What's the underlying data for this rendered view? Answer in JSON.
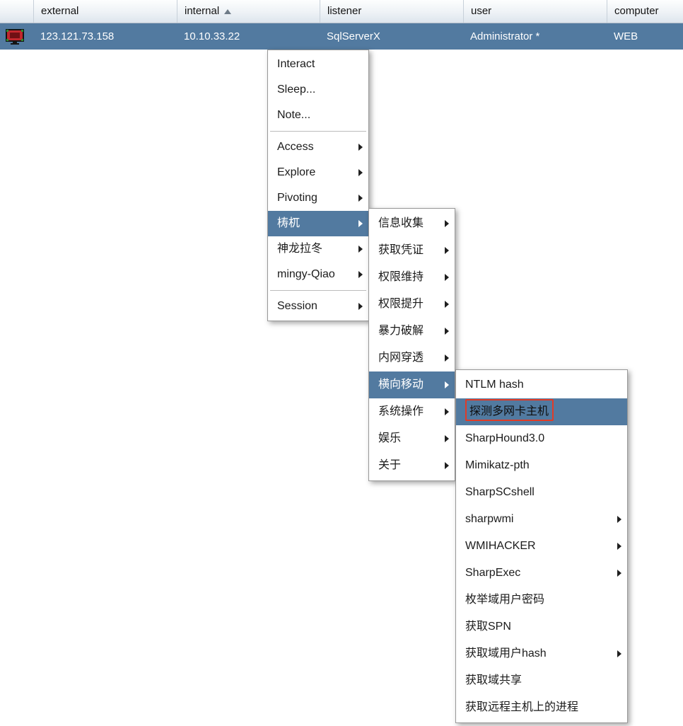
{
  "colors": {
    "selection_blue": "#527AA0",
    "annotation_red": "#E23B27",
    "header_border": "#B6C0CA"
  },
  "table": {
    "headers": [
      "external",
      "internal",
      "listener",
      "user",
      "computer"
    ],
    "sorted_column": "internal",
    "sort_direction": "ascending",
    "row": {
      "external": "123.121.73.158",
      "internal": "10.10.33.22",
      "listener": "SqlServerX",
      "user": "Administrator *",
      "computer": "WEB"
    }
  },
  "menu1": {
    "items": [
      {
        "label": "Interact"
      },
      {
        "label": "Sleep..."
      },
      {
        "label": "Note..."
      },
      {
        "label": "Access"
      },
      {
        "label": "Explore"
      },
      {
        "label": "Pivoting"
      },
      {
        "label": "梼杌",
        "highlighted": true
      },
      {
        "label": "神龙拉冬"
      },
      {
        "label": "mingy-Qiao"
      },
      {
        "label": "Session"
      }
    ]
  },
  "menu2": {
    "items": [
      {
        "label": "信息收集"
      },
      {
        "label": "获取凭证"
      },
      {
        "label": "权限维持"
      },
      {
        "label": "权限提升"
      },
      {
        "label": "暴力破解"
      },
      {
        "label": "内网穿透"
      },
      {
        "label": "横向移动",
        "highlighted": true
      },
      {
        "label": "系统操作"
      },
      {
        "label": "娱乐"
      },
      {
        "label": "关于"
      }
    ]
  },
  "menu3": {
    "items": [
      {
        "label": "NTLM hash"
      },
      {
        "label": "探测多网卡主机",
        "highlighted": true,
        "annotated": true
      },
      {
        "label": "SharpHound3.0"
      },
      {
        "label": "Mimikatz-pth"
      },
      {
        "label": "SharpSCshell"
      },
      {
        "label": "sharpwmi"
      },
      {
        "label": "WMIHACKER"
      },
      {
        "label": "SharpExec"
      },
      {
        "label": "枚举域用户密码"
      },
      {
        "label": "获取SPN"
      },
      {
        "label": "获取域用户hash"
      },
      {
        "label": "获取域共享"
      },
      {
        "label": "获取远程主机上的进程"
      }
    ]
  }
}
